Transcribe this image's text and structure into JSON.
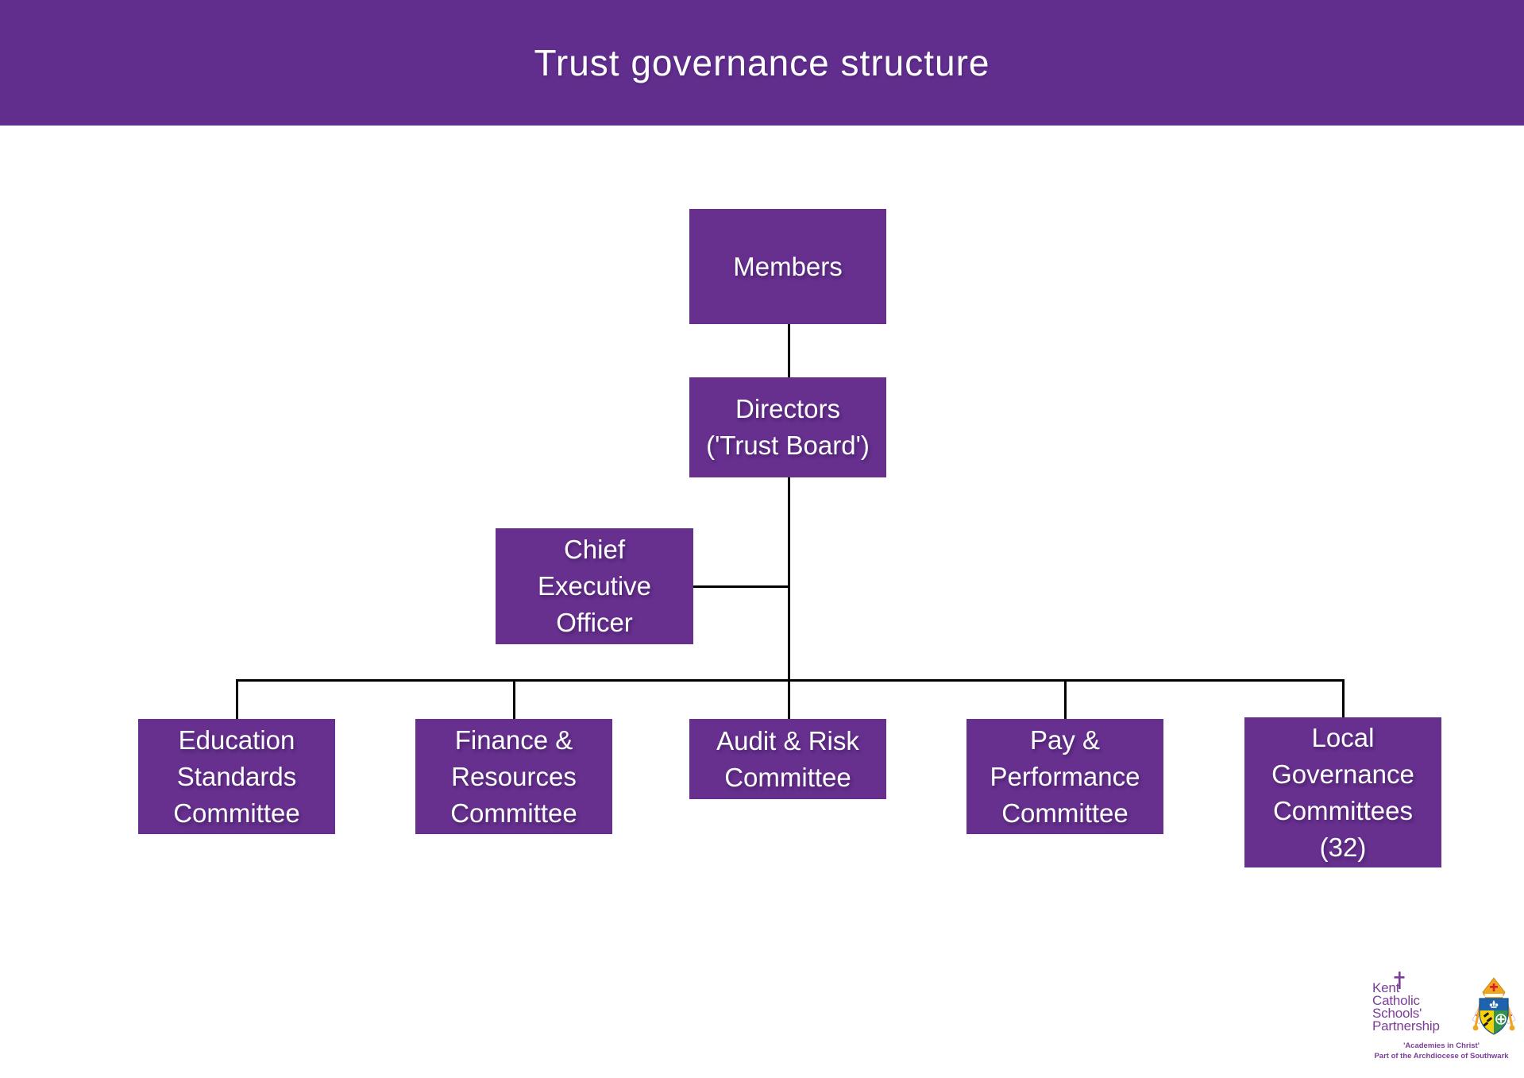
{
  "header": {
    "title": "Trust governance structure"
  },
  "org_chart": {
    "nodes": {
      "members": {
        "lines": [
          "Members"
        ]
      },
      "directors": {
        "lines": [
          "Directors",
          "('Trust Board')"
        ]
      },
      "ceo": {
        "lines": [
          "Chief",
          "Executive",
          "Officer"
        ]
      },
      "education": {
        "lines": [
          "Education",
          "Standards",
          "Committee"
        ]
      },
      "finance": {
        "lines": [
          "Finance &",
          "Resources",
          "Committee"
        ]
      },
      "audit": {
        "lines": [
          "Audit & Risk",
          "Committee"
        ]
      },
      "pay": {
        "lines": [
          "Pay &",
          "Performance",
          "Committee"
        ]
      },
      "local": {
        "lines": [
          "Local",
          "Governance",
          "Committees",
          "(32)"
        ]
      }
    }
  },
  "logo": {
    "name_lines": [
      "Kent",
      "Catholic",
      "Schools'",
      "Partnership"
    ],
    "tagline": "'Academies in Christ'",
    "subtext": "Part of the Archdiocese of Southwark"
  },
  "colors": {
    "banner_purple": "#612E8E",
    "node_purple": "#67308F",
    "connector_black": "#000000",
    "logo_purple": "#7C3E98",
    "crest_gold": "#EFA51E",
    "crest_blue": "#1F63AE",
    "crest_yellow": "#F5D20A",
    "crest_green": "#35924A",
    "crest_red": "#D61F26"
  }
}
